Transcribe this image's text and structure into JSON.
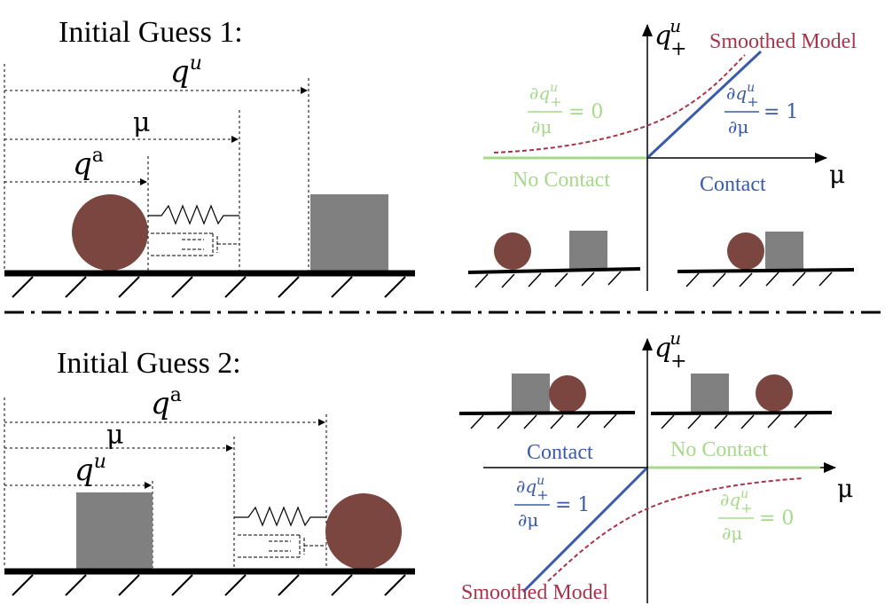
{
  "panel1": {
    "title": "Initial Guess 1:",
    "label_qu": "q",
    "label_qu_sup": "u",
    "label_mu": "μ",
    "label_qa": "q",
    "label_qa_sup": "a",
    "graph": {
      "y_axis_label": "q",
      "y_axis_sub": "+",
      "y_axis_sup": "u",
      "x_axis_label": "μ",
      "smoothed_label": "Smoothed Model",
      "no_contact_label": "No Contact",
      "contact_label": "Contact",
      "deriv_left_num": "∂q",
      "deriv_left_num_sub": "+",
      "deriv_left_num_sup": "u",
      "deriv_left_den": "∂μ",
      "deriv_left_val": "= 0",
      "deriv_right_num": "∂q",
      "deriv_right_num_sub": "+",
      "deriv_right_num_sup": "u",
      "deriv_right_den": "∂μ",
      "deriv_right_val": "= 1"
    }
  },
  "panel2": {
    "title": "Initial Guess 2:",
    "label_qa": "q",
    "label_qa_sup": "a",
    "label_mu": "μ",
    "label_qu": "q",
    "label_qu_sup": "u",
    "graph": {
      "y_axis_label": "q",
      "y_axis_sub": "+",
      "y_axis_sup": "u",
      "x_axis_label": "μ",
      "smoothed_label": "Smoothed Model",
      "no_contact_label": "No Contact",
      "contact_label": "Contact",
      "deriv_left_num": "∂q",
      "deriv_left_num_sub": "+",
      "deriv_left_num_sup": "u",
      "deriv_left_den": "∂μ",
      "deriv_left_val": "= 1",
      "deriv_right_num": "∂q",
      "deriv_right_num_sub": "+",
      "deriv_right_num_sup": "u",
      "deriv_right_den": "∂μ",
      "deriv_right_val": "= 0"
    }
  },
  "colors": {
    "ball": "#7b4640",
    "box": "#808080",
    "ground": "#000000",
    "contact_blue": "#3a5ba8",
    "no_contact_green": "#a6d98a",
    "smoothed_red": "#a8344a"
  }
}
